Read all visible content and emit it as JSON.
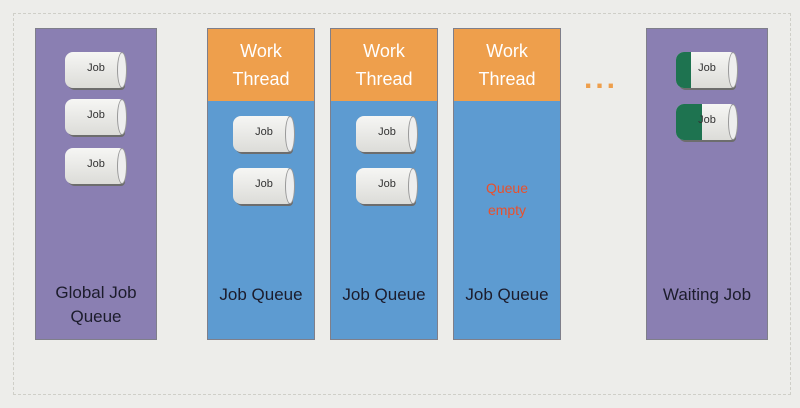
{
  "global_queue": {
    "label_line1": "Global Job",
    "label_line2": "Queue",
    "jobs": [
      "Job",
      "Job",
      "Job"
    ]
  },
  "work_threads": [
    {
      "header_line1": "Work",
      "header_line2": "Thread",
      "label": "Job Queue",
      "jobs": [
        "Job",
        "Job"
      ]
    },
    {
      "header_line1": "Work",
      "header_line2": "Thread",
      "label": "Job Queue",
      "jobs": [
        "Job",
        "Job"
      ]
    },
    {
      "header_line1": "Work",
      "header_line2": "Thread",
      "label": "Job Queue",
      "jobs": [],
      "status_line1": "Queue",
      "status_line2": "empty"
    }
  ],
  "ellipsis": "...",
  "waiting": {
    "label": "Waiting Job",
    "jobs": [
      {
        "label": "Job",
        "progress": 0.25
      },
      {
        "label": "Job",
        "progress": 0.45
      }
    ]
  },
  "colors": {
    "queue": "#8a7fb2",
    "thread": "#ee9f4c",
    "job_queue": "#5d9bd1",
    "empty": "#e9502b",
    "progress": "#1e7350"
  }
}
